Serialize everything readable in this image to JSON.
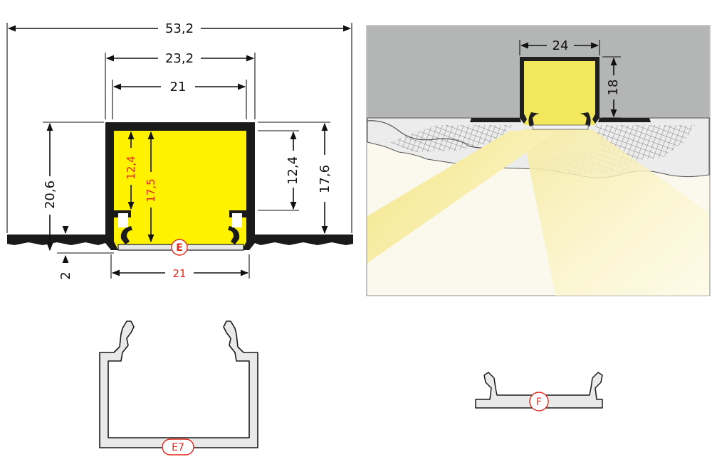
{
  "cross_section": {
    "dimensions": {
      "total_width": "53,2",
      "outer_width": "23,2",
      "inner_width": "21",
      "diffuser_width": "21",
      "total_height": "20,6",
      "flange_thickness": "2",
      "right_outer_height": "17,6",
      "right_inner_height": "12,4",
      "inner_height_red": "12,4",
      "inner_depth_red": "17,5"
    },
    "diffuser_label": "E"
  },
  "installation_view": {
    "dimensions": {
      "width": "24",
      "height": "18"
    }
  },
  "parts": {
    "diffuser_e7_label": "E7",
    "diffuser_f_label": "F"
  },
  "colors": {
    "profile": "#1a1a1a",
    "light": "#fff200",
    "accent_red": "#e3281b",
    "ceiling_gray": "#b4b5b5",
    "diffuser_fill": "#e9e9e9"
  }
}
